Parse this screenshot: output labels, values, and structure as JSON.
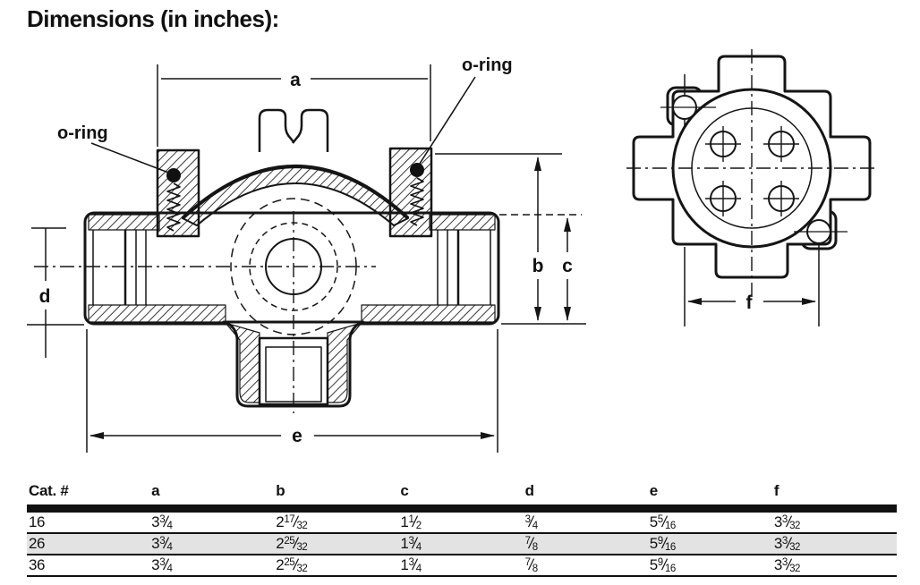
{
  "page": {
    "title": "Dimensions (in inches):"
  },
  "diagram": {
    "line_color": "#151515",
    "labels": {
      "a": "a",
      "b": "b",
      "c": "c",
      "d": "d",
      "e": "e",
      "f": "f"
    },
    "oring_left": "o-ring",
    "oring_right": "o-ring"
  },
  "table": {
    "headers": [
      "Cat. #",
      "a",
      "b",
      "c",
      "d",
      "e",
      "f"
    ],
    "frac_slash": "/",
    "row_highlight": "#e3e3e3",
    "rows": [
      {
        "cat": "16",
        "a": {
          "w": "3",
          "n": "3",
          "d": "4"
        },
        "b": {
          "w": "2",
          "n": "17",
          "d": "32"
        },
        "c": {
          "w": "1",
          "n": "1",
          "d": "2"
        },
        "d": {
          "w": "",
          "n": "3",
          "d": "4"
        },
        "e": {
          "w": "5",
          "n": "5",
          "d": "16"
        },
        "f": {
          "w": "3",
          "n": "3",
          "d": "32"
        }
      },
      {
        "cat": "26",
        "a": {
          "w": "3",
          "n": "3",
          "d": "4"
        },
        "b": {
          "w": "2",
          "n": "25",
          "d": "32"
        },
        "c": {
          "w": "1",
          "n": "3",
          "d": "4"
        },
        "d": {
          "w": "",
          "n": "7",
          "d": "8"
        },
        "e": {
          "w": "5",
          "n": "9",
          "d": "16"
        },
        "f": {
          "w": "3",
          "n": "3",
          "d": "32"
        }
      },
      {
        "cat": "36",
        "a": {
          "w": "3",
          "n": "3",
          "d": "4"
        },
        "b": {
          "w": "2",
          "n": "25",
          "d": "32"
        },
        "c": {
          "w": "1",
          "n": "3",
          "d": "4"
        },
        "d": {
          "w": "",
          "n": "7",
          "d": "8"
        },
        "e": {
          "w": "5",
          "n": "9",
          "d": "16"
        },
        "f": {
          "w": "3",
          "n": "3",
          "d": "32"
        }
      }
    ]
  }
}
